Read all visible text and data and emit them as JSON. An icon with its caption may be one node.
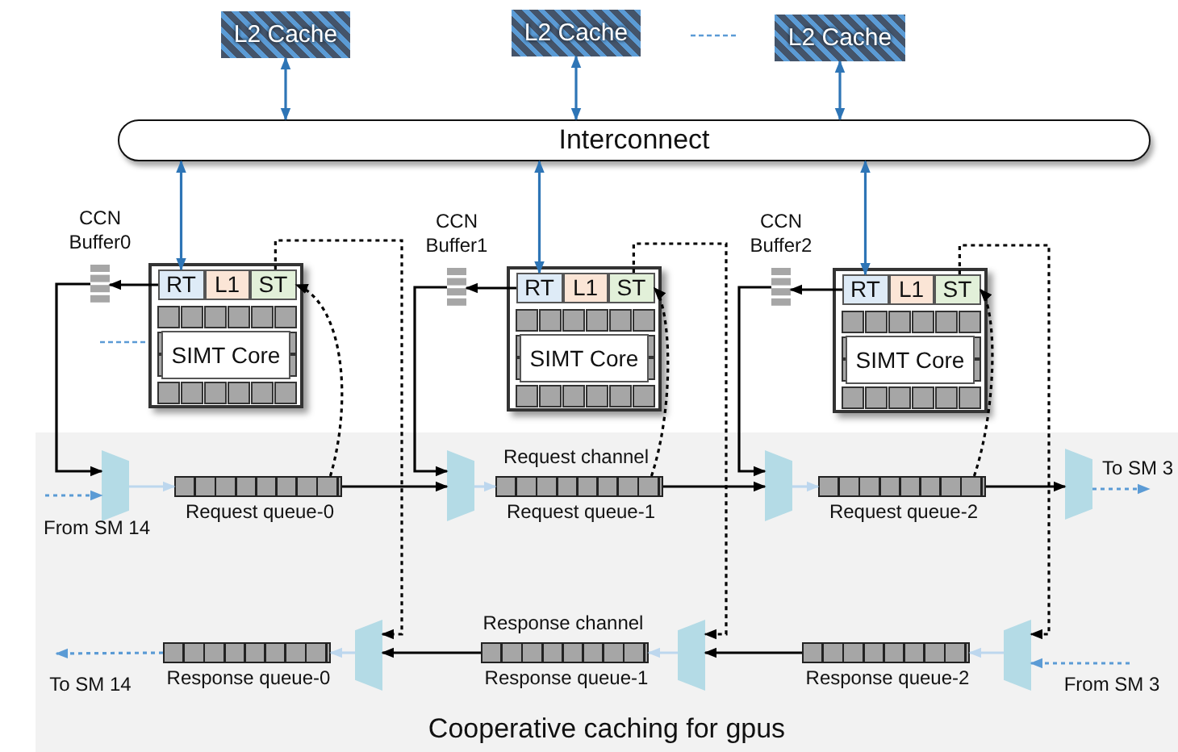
{
  "diagram": {
    "nodes": [
      {
        "text": [
          "L2 Cache"
        ]
      },
      {
        "text": [
          "L2 Cache"
        ]
      },
      {
        "text": [
          "L2 Cache"
        ]
      },
      {
        "text": [
          "Interconnect"
        ]
      },
      {
        "text": [],
        "shape": "box"
      },
      {
        "text": [
          "RT"
        ],
        "in": 4
      },
      {
        "text": [
          "L1"
        ],
        "in": 4
      },
      {
        "text": [
          "ST"
        ],
        "in": 4
      },
      {
        "text": [
          "SIMT Core"
        ],
        "in": 4
      },
      {
        "text": [
          "CCN Buffer0"
        ]
      },
      {
        "text": [],
        "shape": "box"
      },
      {
        "text": [
          "RT"
        ],
        "in": 10
      },
      {
        "text": [
          "L1"
        ],
        "in": 10
      },
      {
        "text": [
          "ST"
        ],
        "in": 10
      },
      {
        "text": [
          "SIMT Core"
        ],
        "in": 10
      },
      {
        "text": [
          "CCN Buffer1"
        ]
      },
      {
        "text": [],
        "shape": "box"
      },
      {
        "text": [
          "RT"
        ],
        "in": 16
      },
      {
        "text": [
          "L1"
        ],
        "in": 16
      },
      {
        "text": [
          "ST"
        ],
        "in": 16
      },
      {
        "text": [
          "SIMT Core"
        ],
        "in": 16
      },
      {
        "text": [
          "CCN Buffer2"
        ]
      },
      {
        "text": [
          "Cooperative caching for gpus"
        ]
      },
      {
        "text": [],
        "shape": "trapezoid",
        "in": 22
      },
      {
        "text": [
          "Request queue-0"
        ],
        "in": 22
      },
      {
        "text": [],
        "shape": "trapezoid",
        "in": 22
      },
      {
        "text": [
          "Request queue-1"
        ],
        "in": 22
      },
      {
        "text": [],
        "shape": "trapezoid",
        "in": 22
      },
      {
        "text": [
          "Request queue-2"
        ],
        "in": 22
      },
      {
        "text": [],
        "shape": "trapezoid",
        "in": 22
      },
      {
        "text": [
          "From SM 14"
        ],
        "in": 22
      },
      {
        "text": [
          "To SM 3"
        ],
        "in": 22
      },
      {
        "text": [
          "To SM 14"
        ],
        "in": 22
      },
      {
        "text": [],
        "shape": "trapezoid",
        "in": 22
      },
      {
        "text": [
          "Response queue-0"
        ],
        "in": 22
      },
      {
        "text": [],
        "shape": "trapezoid",
        "in": 22
      },
      {
        "text": [
          "Response queue-1"
        ],
        "in": 22
      },
      {
        "text": [],
        "shape": "trapezoid",
        "in": 22
      },
      {
        "text": [
          "Response queue-2"
        ],
        "in": 22
      },
      {
        "text": [
          "From SM 3"
        ],
        "in": 22
      }
    ],
    "edges": [
      {
        "from": 0,
        "to": 3,
        "arrow": "both",
        "color": "#2e75b6"
      },
      {
        "from": 1,
        "to": 3,
        "arrow": "both",
        "color": "#2e75b6"
      },
      {
        "from": 2,
        "to": 3,
        "arrow": "both",
        "color": "#2e75b6"
      },
      {
        "from": 3,
        "to": 5,
        "arrow": "both",
        "color": "#2e75b6"
      },
      {
        "from": 3,
        "to": 11,
        "arrow": "both",
        "color": "#2e75b6"
      },
      {
        "from": 3,
        "to": 17,
        "arrow": "both",
        "color": "#2e75b6"
      },
      {
        "from": 5,
        "to": 9,
        "arrow": "to"
      },
      {
        "from": 11,
        "to": 15,
        "arrow": "to"
      },
      {
        "from": 17,
        "to": 21,
        "arrow": "to"
      },
      {
        "from": 9,
        "to": 23,
        "arrow": "to"
      },
      {
        "from": 15,
        "to": 25,
        "arrow": "to"
      },
      {
        "from": 21,
        "to": 27,
        "arrow": "to"
      },
      {
        "from": 30,
        "to": 23,
        "arrow": "to",
        "style": "dashed",
        "color": "#5b9bd5"
      },
      {
        "from": 23,
        "to": 24,
        "arrow": "to",
        "color": "#bdd7ee"
      },
      {
        "from": 24,
        "to": 25,
        "arrow": "to"
      },
      {
        "from": 25,
        "to": 26,
        "arrow": "to",
        "color": "#bdd7ee"
      },
      {
        "from": 26,
        "to": 27,
        "arrow": "to"
      },
      {
        "from": 27,
        "to": 28,
        "arrow": "to",
        "color": "#bdd7ee"
      },
      {
        "from": 28,
        "to": 29,
        "arrow": "to"
      },
      {
        "from": 29,
        "to": 31,
        "arrow": "to",
        "style": "dashed",
        "color": "#5b9bd5"
      },
      {
        "from": 39,
        "to": 37,
        "arrow": "to",
        "style": "dashed",
        "color": "#5b9bd5"
      },
      {
        "from": 37,
        "to": 38,
        "arrow": "to",
        "color": "#bdd7ee"
      },
      {
        "from": 38,
        "to": 35,
        "arrow": "to"
      },
      {
        "from": 35,
        "to": 36,
        "arrow": "to",
        "color": "#bdd7ee"
      },
      {
        "from": 36,
        "to": 33,
        "arrow": "to"
      },
      {
        "from": 33,
        "to": 34,
        "arrow": "to",
        "color": "#bdd7ee"
      },
      {
        "from": 34,
        "to": 32,
        "arrow": "to",
        "style": "dashed",
        "color": "#5b9bd5"
      },
      {
        "from": 24,
        "to": 7,
        "arrow": "to",
        "style": "dashed"
      },
      {
        "from": 26,
        "to": 13,
        "arrow": "to",
        "style": "dashed"
      },
      {
        "from": 28,
        "to": 19,
        "arrow": "to",
        "style": "dashed"
      },
      {
        "from": 7,
        "to": 33,
        "arrow": "to",
        "style": "dashed"
      },
      {
        "from": 13,
        "to": 35,
        "arrow": "to",
        "style": "dashed"
      },
      {
        "from": 19,
        "to": 37,
        "arrow": "to",
        "style": "dashed"
      }
    ],
    "labels": [
      "Request channel",
      "Response channel"
    ]
  }
}
